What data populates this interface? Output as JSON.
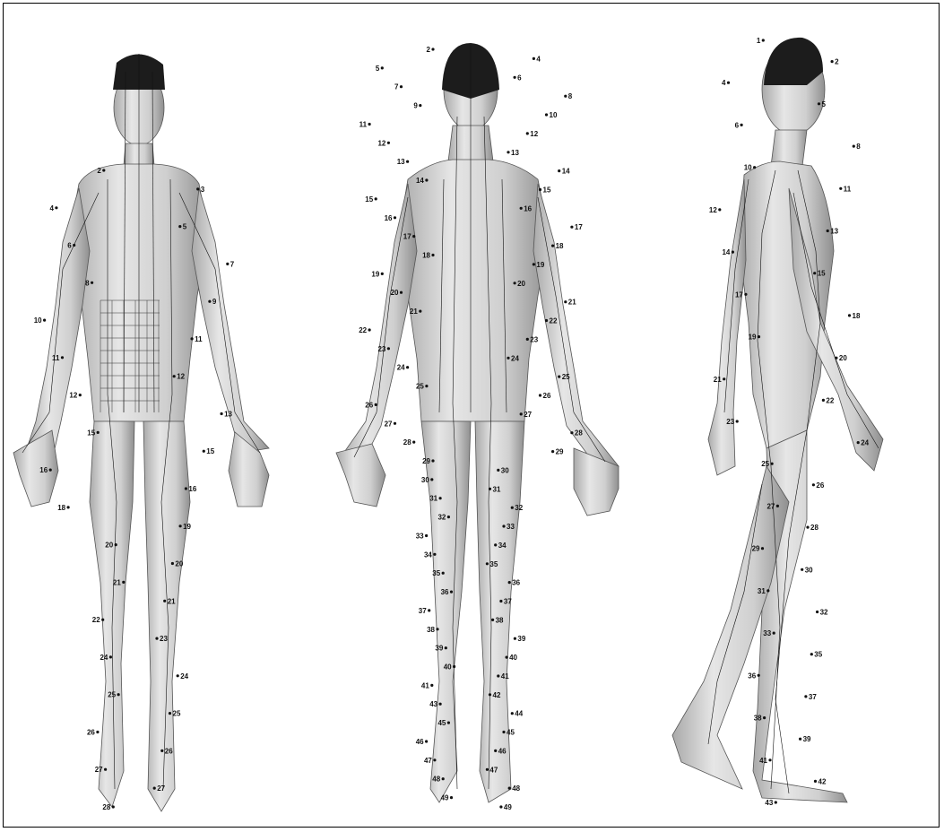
{
  "colors": {
    "frame": "#000000",
    "skin": "#d9d9d9",
    "skin_light": "#ececec",
    "skin_dark": "#8a8a8a",
    "hair": "#1c1c1c",
    "line": "#111111"
  },
  "figures": [
    {
      "name": "front",
      "points": [
        "2",
        "3",
        "4",
        "5",
        "6",
        "7",
        "8",
        "9",
        "10",
        "11",
        "11",
        "12",
        "12",
        "13",
        "15",
        "15",
        "16",
        "16",
        "18",
        "19",
        "20",
        "20",
        "21",
        "21",
        "22",
        "23",
        "24",
        "24",
        "25",
        "25",
        "26",
        "26",
        "27",
        "27",
        "28"
      ]
    },
    {
      "name": "back",
      "points": [
        "2",
        "4",
        "5",
        "6",
        "7",
        "8",
        "9",
        "10",
        "11",
        "12",
        "12",
        "13",
        "13",
        "14",
        "14",
        "15",
        "15",
        "16",
        "16",
        "17",
        "17",
        "18",
        "18",
        "19",
        "19",
        "20",
        "20",
        "21",
        "21",
        "22",
        "22",
        "23",
        "23",
        "24",
        "24",
        "25",
        "25",
        "26",
        "26",
        "27",
        "27",
        "28",
        "28",
        "29",
        "29",
        "30",
        "30",
        "31",
        "31",
        "32",
        "32",
        "33",
        "33",
        "34",
        "34",
        "35",
        "35",
        "36",
        "36",
        "37",
        "37",
        "38",
        "38",
        "39",
        "39",
        "40",
        "40",
        "41",
        "41",
        "42",
        "43",
        "44",
        "45",
        "45",
        "46",
        "46",
        "47",
        "47",
        "48",
        "48",
        "49",
        "49"
      ]
    },
    {
      "name": "side",
      "points": [
        "1",
        "2",
        "4",
        "5",
        "6",
        "8",
        "10",
        "11",
        "12",
        "13",
        "14",
        "15",
        "17",
        "18",
        "19",
        "20",
        "21",
        "22",
        "23",
        "24",
        "25",
        "26",
        "27",
        "28",
        "29",
        "30",
        "31",
        "32",
        "33",
        "35",
        "36",
        "37",
        "38",
        "39",
        "41",
        "42",
        "43"
      ]
    }
  ]
}
